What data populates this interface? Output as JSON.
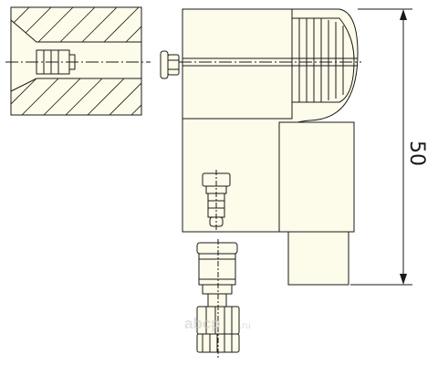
{
  "dimension": {
    "value": "50"
  },
  "watermark": {
    "brand": "abcp",
    "suffix": ".ru"
  },
  "colors": {
    "part_fill": "#fdfbe9",
    "line": "#1a1a1a",
    "watermark": "#c9c9c9"
  }
}
